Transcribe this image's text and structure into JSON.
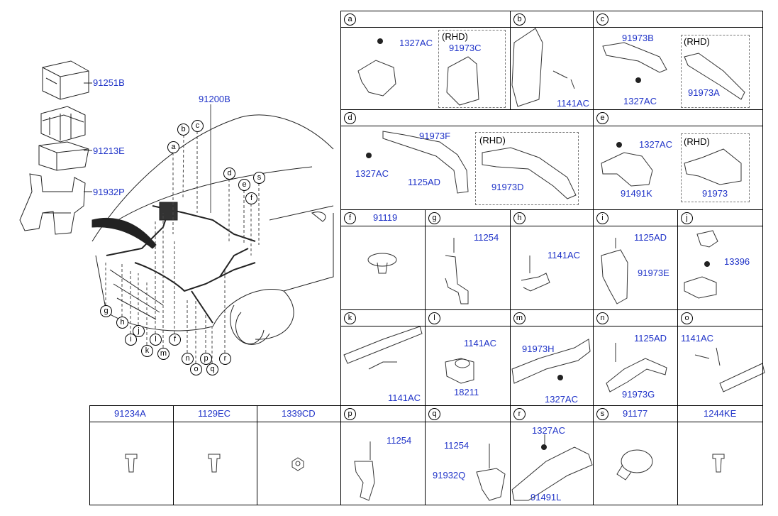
{
  "left": {
    "main_label": "91200B",
    "parts": [
      "91251B",
      "91213E",
      "91932P"
    ],
    "bottom_circles": [
      "g",
      "h",
      "i",
      "j",
      "k",
      "l",
      "m",
      "f",
      "n",
      "o",
      "p",
      "q",
      "r"
    ],
    "top_circles": [
      "a",
      "b",
      "c",
      "d",
      "e",
      "f",
      "s"
    ]
  },
  "cells": {
    "a": {
      "letter": "a",
      "l1": "1327AC",
      "rhd": "(RHD)",
      "l2": "91973C"
    },
    "b": {
      "letter": "b",
      "l1": "1141AC"
    },
    "c": {
      "letter": "c",
      "l1": "91973B",
      "l2": "1327AC",
      "rhd": "(RHD)",
      "l3": "91973A"
    },
    "d": {
      "letter": "d",
      "l1": "91973F",
      "l2": "1327AC",
      "l3": "1125AD",
      "rhd": "(RHD)",
      "l4": "91973D"
    },
    "e": {
      "letter": "e",
      "l1": "1327AC",
      "l2": "91491K",
      "rhd": "(RHD)",
      "l3": "91973"
    },
    "f": {
      "letter": "f",
      "title": "91119"
    },
    "g": {
      "letter": "g",
      "l1": "11254"
    },
    "h": {
      "letter": "h",
      "l1": "1141AC"
    },
    "i": {
      "letter": "i",
      "l1": "1125AD",
      "l2": "91973E"
    },
    "j": {
      "letter": "j",
      "l1": "13396"
    },
    "k": {
      "letter": "k",
      "l1": "1141AC"
    },
    "l": {
      "letter": "l",
      "l1": "1141AC",
      "l2": "18211"
    },
    "m": {
      "letter": "m",
      "l1": "91973H",
      "l2": "1327AC"
    },
    "n": {
      "letter": "n",
      "l1": "1125AD",
      "l2": "91973G"
    },
    "o": {
      "letter": "o",
      "l1": "1141AC"
    },
    "p": {
      "letter": "p",
      "l1": "11254"
    },
    "q": {
      "letter": "q",
      "l1": "11254",
      "l2": "91932Q"
    },
    "r": {
      "letter": "r",
      "l1": "1327AC",
      "l2": "91491L"
    },
    "s": {
      "letter": "s",
      "title": "91177"
    }
  },
  "bottom_row": [
    "91234A",
    "1129EC",
    "1339CD",
    "1244KE"
  ]
}
